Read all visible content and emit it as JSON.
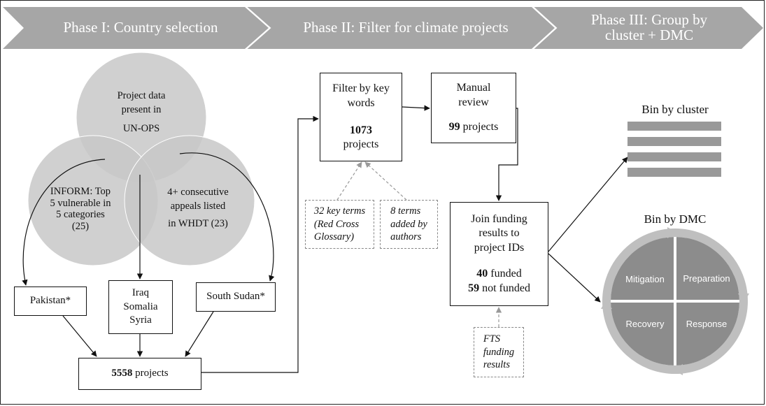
{
  "phases": [
    {
      "label": "Phase I: Country selection"
    },
    {
      "label": "Phase II: Filter for climate projects"
    },
    {
      "label_line1": "Phase III: Group by",
      "label_line2": "cluster + DMC"
    }
  ],
  "venn": {
    "top": [
      "Project data",
      "present in",
      "UN-OPS"
    ],
    "left": [
      "INFORM: Top",
      "5 vulnerable in",
      "5 categories",
      "(25)"
    ],
    "right": [
      "4+ consecutive",
      "appeals listed",
      "in WHDT (23)"
    ]
  },
  "countries": {
    "left": "Pakistan*",
    "center": [
      "Iraq",
      "Somalia",
      "Syria"
    ],
    "right": "South Sudan*"
  },
  "total": {
    "count": "5558",
    "unit": "projects"
  },
  "filter": {
    "line1": "Filter by key",
    "line2": "words",
    "count": "1073",
    "unit": "projects"
  },
  "manual": {
    "line1": "Manual",
    "line2": "review",
    "count": "99",
    "unit": "projects"
  },
  "sources": {
    "red_cross": [
      "32 key terms",
      "(Red Cross",
      "Glossary)"
    ],
    "authors": [
      "8 terms",
      "added by",
      "authors"
    ],
    "fts": [
      "FTS",
      "funding",
      "results"
    ]
  },
  "join": {
    "line1": "Join funding",
    "line2": "results to",
    "line3": "project IDs",
    "funded_count": "40",
    "funded_label": "funded",
    "not_funded_count": "59",
    "not_funded_label": "not funded"
  },
  "bin_cluster": {
    "title": "Bin by cluster"
  },
  "bin_dmc": {
    "title": "Bin by DMC",
    "quadrants": [
      "Mitigation",
      "Preparation",
      "Recovery",
      "Response"
    ]
  },
  "colors": {
    "banner": "#a6a6a6",
    "venn_fill": "#c8c8c8",
    "bars": "#999999",
    "cycle_ring": "#bfbfbf",
    "quadrant": "#8c8c8c"
  }
}
